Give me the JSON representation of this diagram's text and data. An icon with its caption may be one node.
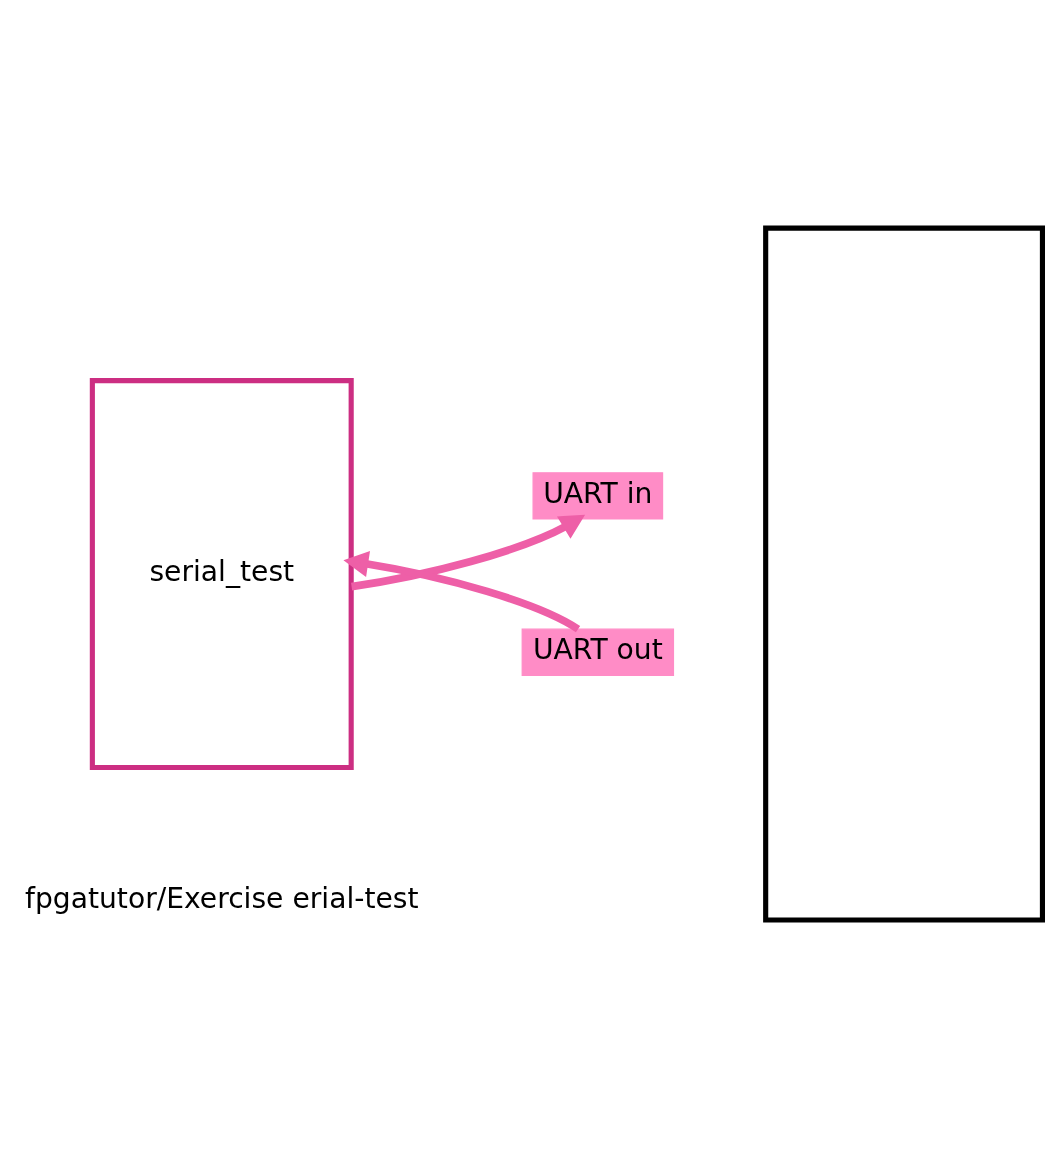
{
  "diagram": {
    "nodes": [
      {
        "text": [
          "serial_test"
        ]
      },
      {
        "text": [
          "UART in"
        ]
      },
      {
        "text": [
          "UART out"
        ]
      },
      {
        "text": [],
        "shape": "box"
      }
    ],
    "edges": [
      {
        "from": 0,
        "to": 1,
        "arrow": "to"
      },
      {
        "from": 2,
        "to": 0,
        "arrow": "to"
      }
    ],
    "labels": [
      "fpgatutor/Exercise erial-test"
    ]
  }
}
